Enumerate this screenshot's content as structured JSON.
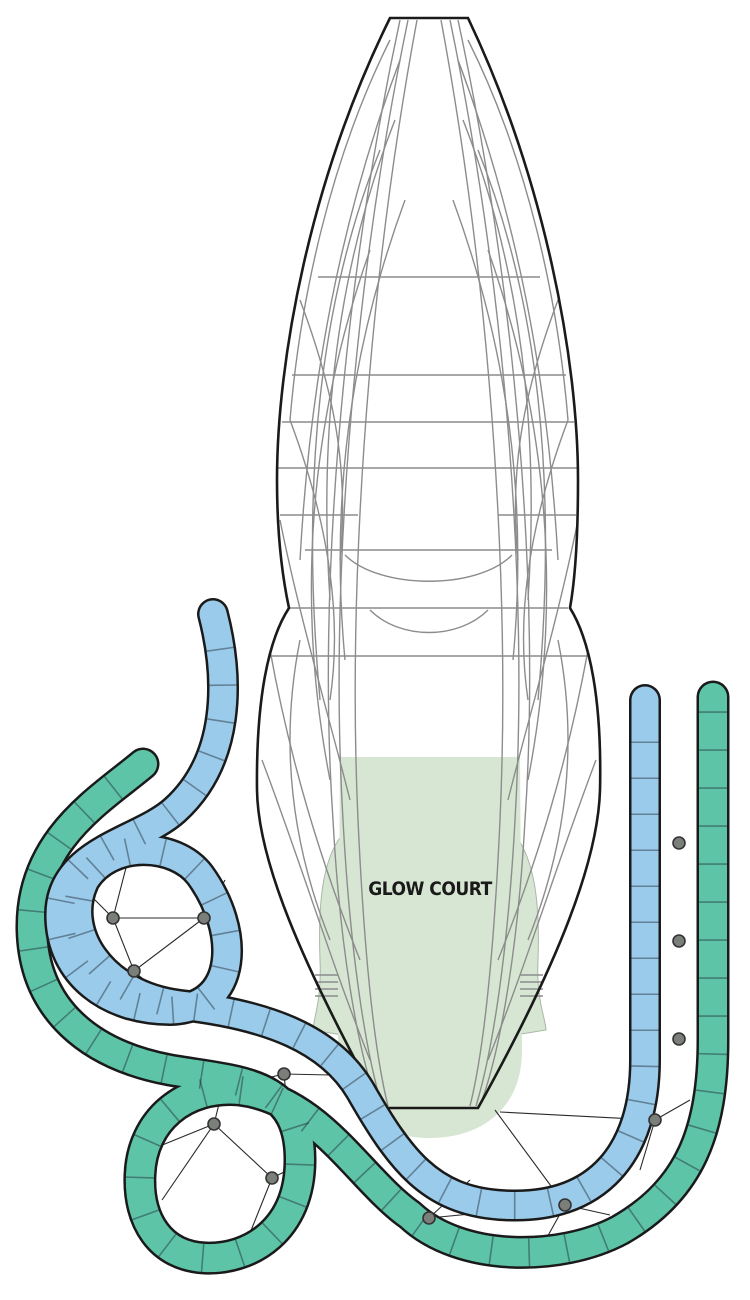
{
  "diagram": {
    "zone_label": "GLOW COURT",
    "colors": {
      "outline": "#1a1a1a",
      "structure_lines": "#8c8c8c",
      "zone_fill": "#d7e6d2",
      "slide_blue": "#9acbea",
      "slide_green": "#5ec4a8",
      "node_fill": "#7a7f7a"
    },
    "elements": [
      "tower-hull",
      "glow-court-zone",
      "blue-slide",
      "green-slide",
      "net-nodes"
    ]
  }
}
